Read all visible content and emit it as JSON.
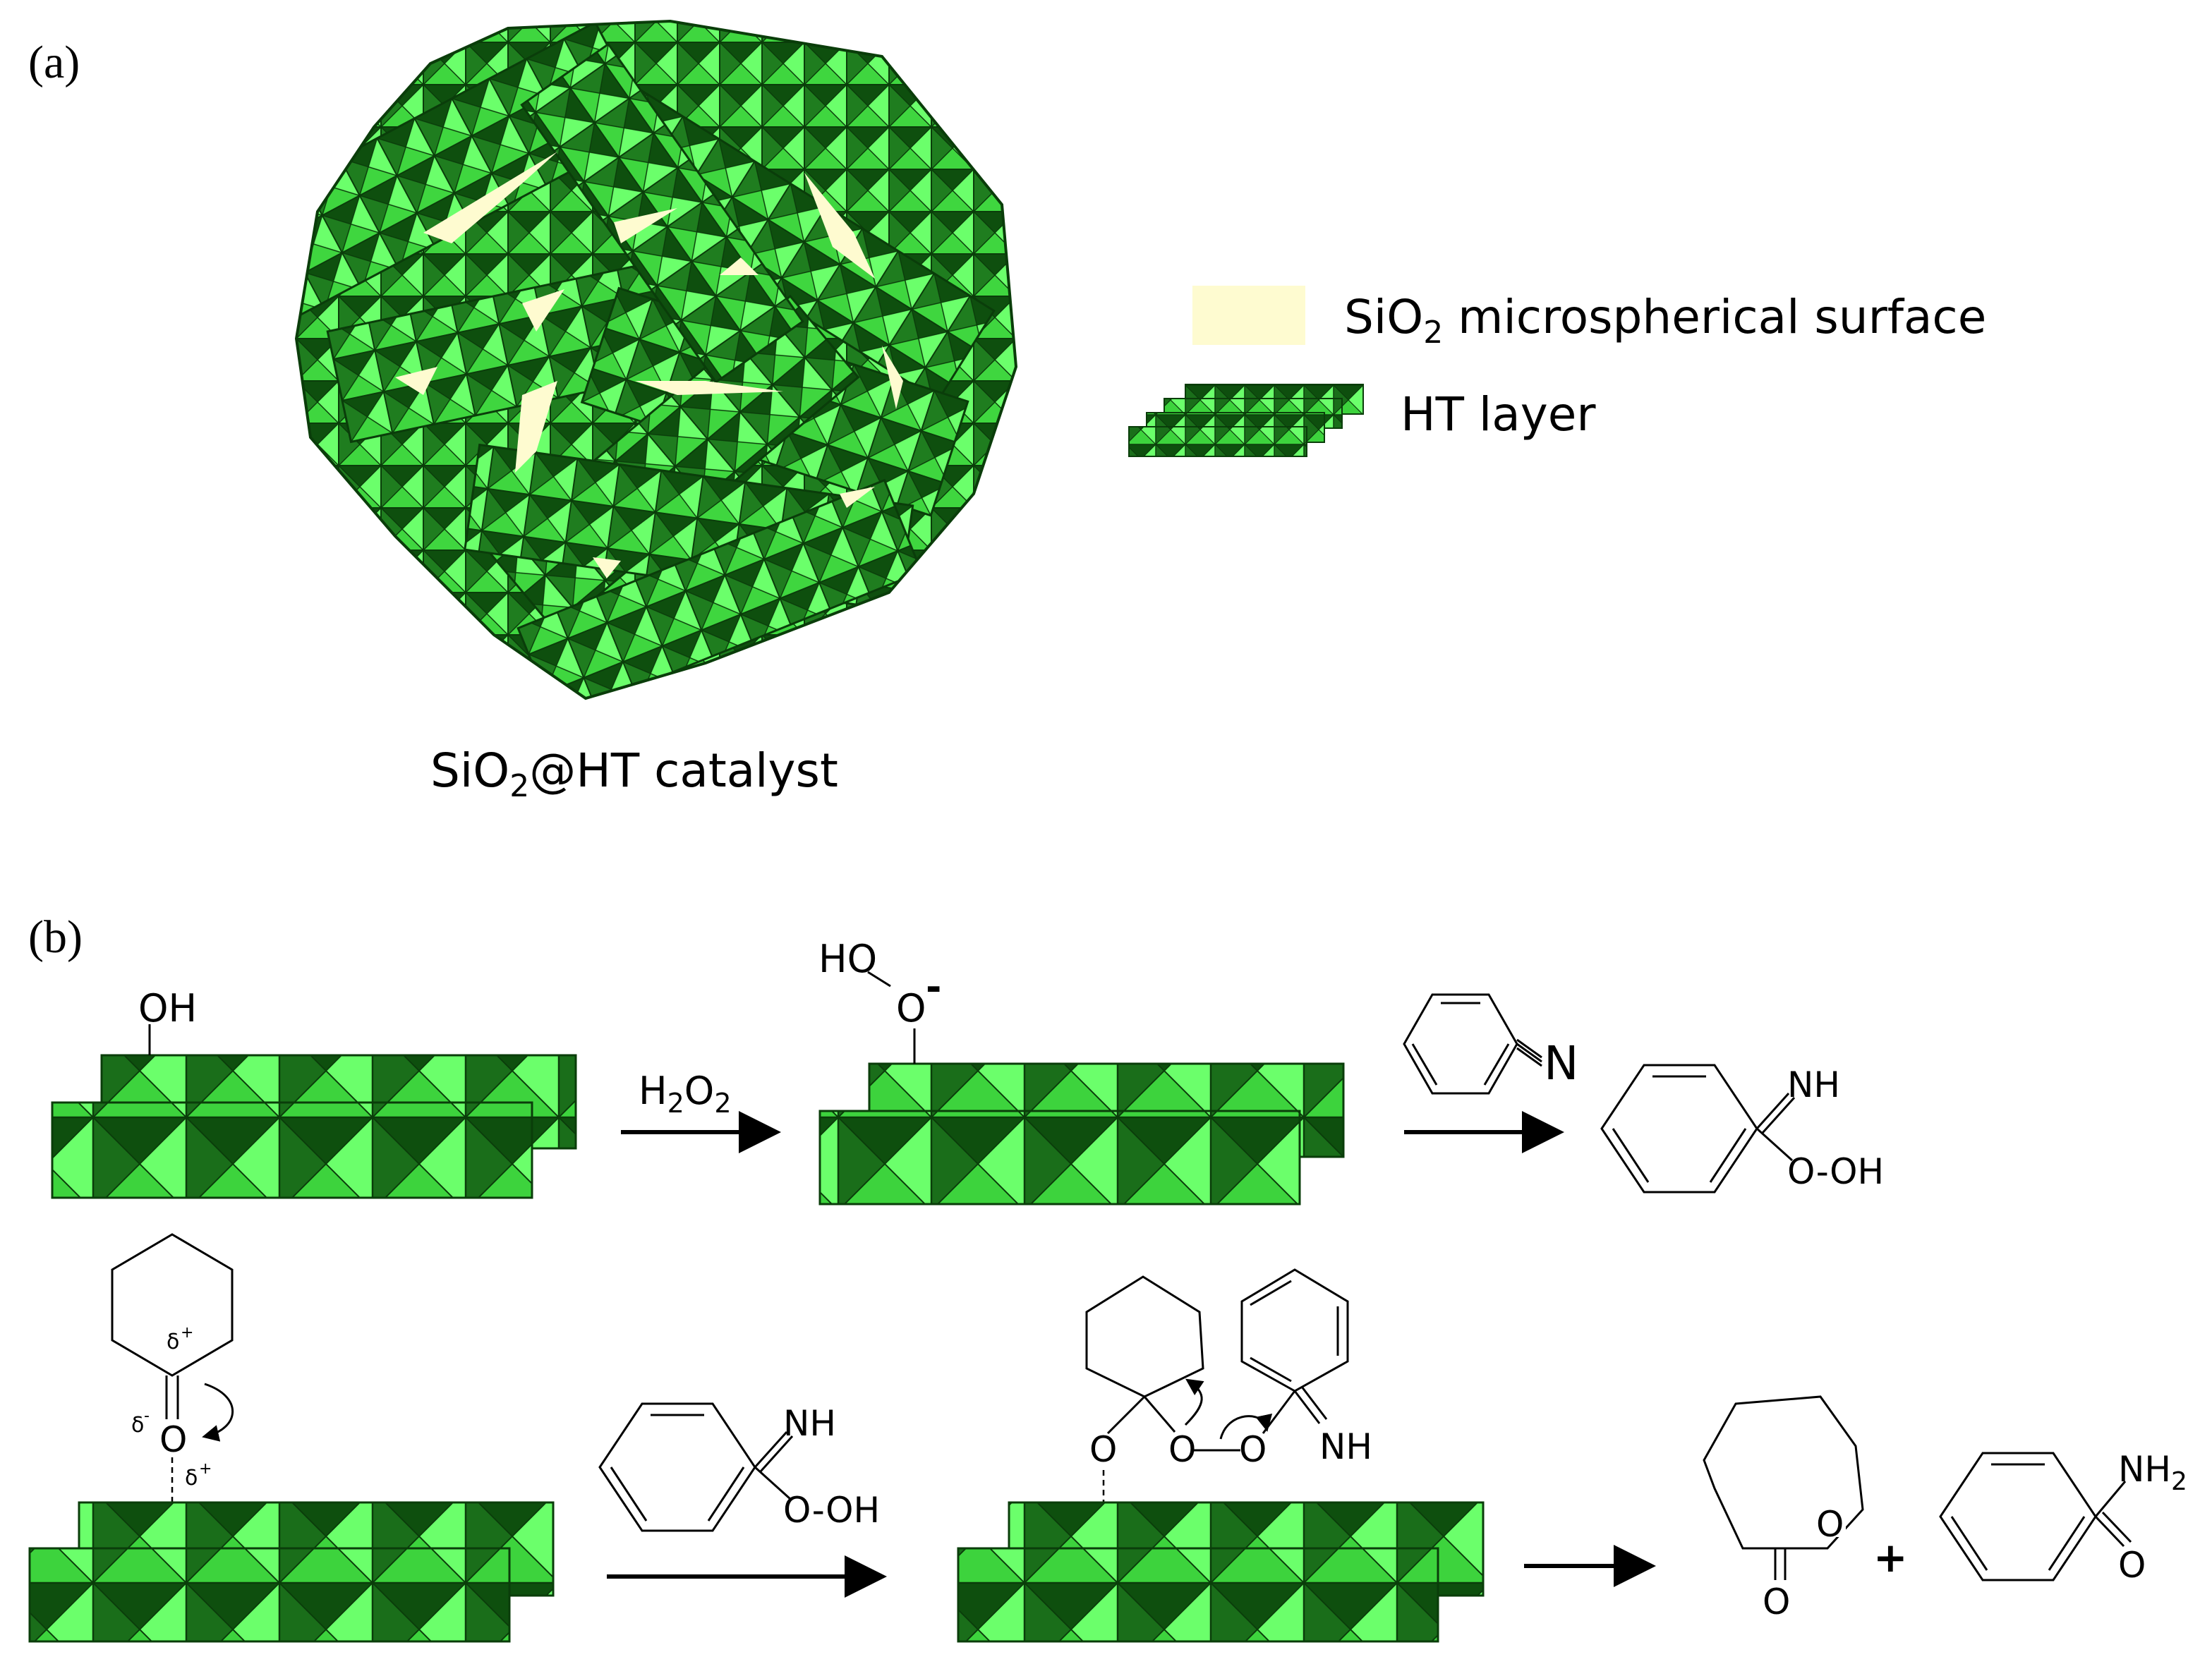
{
  "panel_a": {
    "label": "(a)",
    "catalyst_label": {
      "main": "SiO",
      "sub": "2",
      "rest": "@HT catalyst"
    },
    "legend": [
      {
        "main": "SiO",
        "sub": "2",
        "rest": " microspherical surface"
      },
      {
        "main": "HT layer",
        "sub": "",
        "rest": ""
      }
    ]
  },
  "panel_b": {
    "label": "(b)",
    "row1": {
      "surface_group": "OH",
      "reagent": {
        "main": "H",
        "sub1": "2",
        "mid": "O",
        "sub2": "2"
      },
      "peroxide_ho": "HO",
      "peroxide_o": "O",
      "peroxide_charge": "-",
      "nitrile_n": "N",
      "product_nh": "NH",
      "product_ooh": "O-OH"
    },
    "row2": {
      "delta_plus_1": "δ",
      "delta_plus_2": "δ",
      "delta_minus": "δ",
      "sup_plus": "+",
      "sup_minus": "-",
      "carbonyl_o": "O",
      "reagent_nh": "NH",
      "reagent_ooh": "O-OH",
      "intermediate_o1": "O",
      "intermediate_o2": "O",
      "intermediate_o3": "O",
      "intermediate_nh": "NH",
      "lactone_o_ring": "O",
      "lactone_o_carbonyl": "O",
      "plus": "+",
      "amide_nh": "NH",
      "amide_sub": "2",
      "amide_o": "O"
    }
  },
  "colors": {
    "light_green": "#6bff6b",
    "mid_green": "#33c433",
    "dark_green": "#0e4f0e",
    "darkest_green": "#0a3d0a",
    "silica": "#fefbd0"
  }
}
